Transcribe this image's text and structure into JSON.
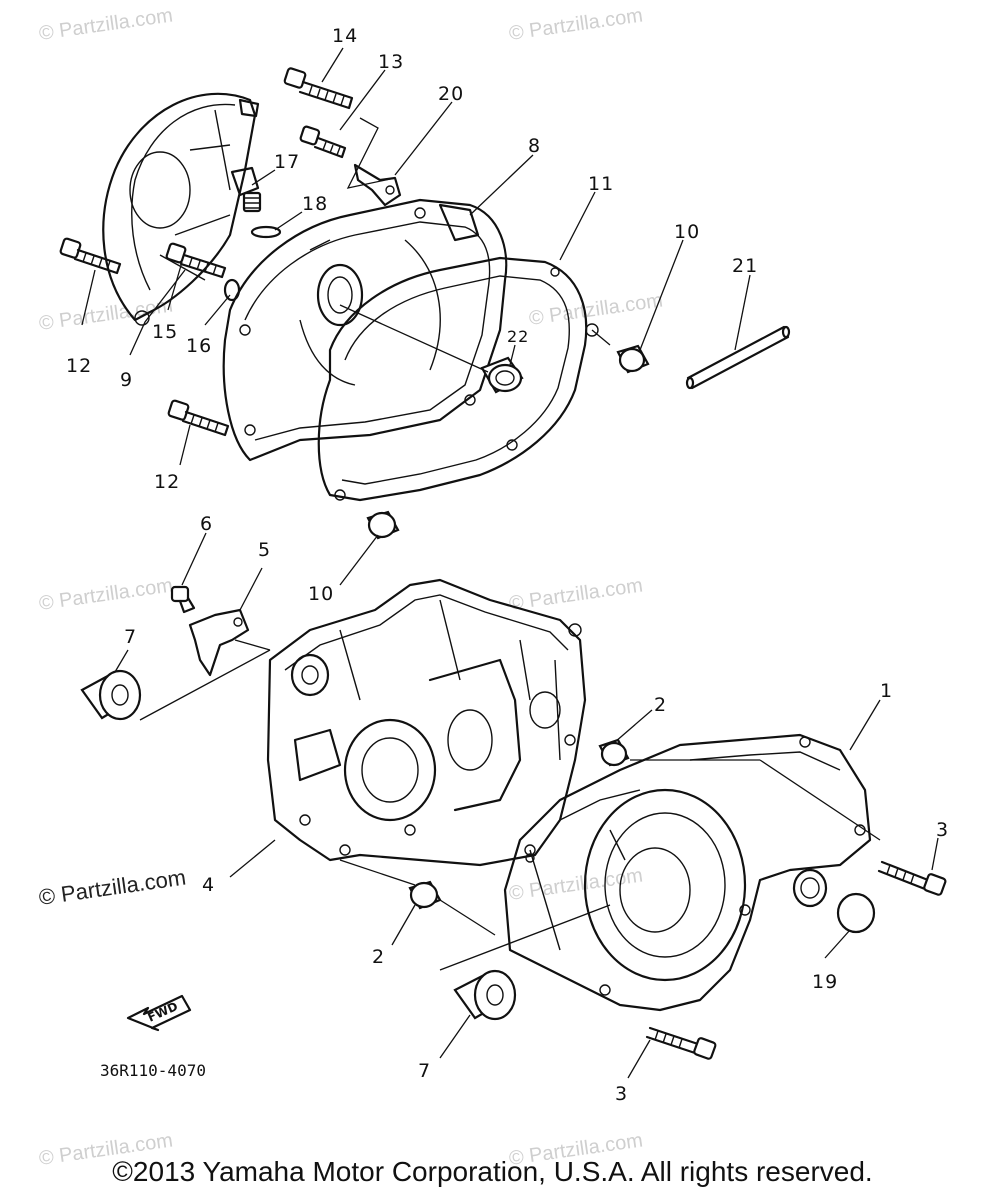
{
  "watermarks": [
    {
      "id": "wm-1",
      "text": "© Partzilla.com"
    },
    {
      "id": "wm-2",
      "text": "© Partzilla.com"
    },
    {
      "id": "wm-3",
      "text": "© Partzilla.com"
    },
    {
      "id": "wm-4",
      "text": "© Partzilla.com"
    },
    {
      "id": "wm-5",
      "text": "© Partzilla.com"
    },
    {
      "id": "wm-6",
      "text": "© Partzilla.com"
    },
    {
      "id": "wm-7",
      "text": "© Partzilla.com"
    },
    {
      "id": "wm-8",
      "text": "© Partzilla.com"
    },
    {
      "id": "wm-9",
      "text": "© Partzilla.com"
    }
  ],
  "watermark_strong": "© Partzilla.com",
  "part_labels": [
    {
      "id": "lbl-14",
      "text": "14"
    },
    {
      "id": "lbl-13",
      "text": "13"
    },
    {
      "id": "lbl-20",
      "text": "20"
    },
    {
      "id": "lbl-8",
      "text": "8"
    },
    {
      "id": "lbl-17",
      "text": "17"
    },
    {
      "id": "lbl-18",
      "text": "18"
    },
    {
      "id": "lbl-11",
      "text": "11"
    },
    {
      "id": "lbl-10a",
      "text": "10"
    },
    {
      "id": "lbl-21",
      "text": "21"
    },
    {
      "id": "lbl-12a",
      "text": "12"
    },
    {
      "id": "lbl-9",
      "text": "9"
    },
    {
      "id": "lbl-15",
      "text": "15"
    },
    {
      "id": "lbl-16",
      "text": "16"
    },
    {
      "id": "lbl-22",
      "text": "22"
    },
    {
      "id": "lbl-12b",
      "text": "12"
    },
    {
      "id": "lbl-6",
      "text": "6"
    },
    {
      "id": "lbl-5",
      "text": "5"
    },
    {
      "id": "lbl-10b",
      "text": "10"
    },
    {
      "id": "lbl-7a",
      "text": "7"
    },
    {
      "id": "lbl-2a",
      "text": "2"
    },
    {
      "id": "lbl-1",
      "text": "1"
    },
    {
      "id": "lbl-3a",
      "text": "3"
    },
    {
      "id": "lbl-4",
      "text": "4"
    },
    {
      "id": "lbl-2b",
      "text": "2"
    },
    {
      "id": "lbl-19",
      "text": "19"
    },
    {
      "id": "lbl-7b",
      "text": "7"
    },
    {
      "id": "lbl-3b",
      "text": "3"
    }
  ],
  "fwd_label": "FWD",
  "diagram_code": "36R110-4070",
  "copyright": "©2013 Yamaha Motor Corporation, U.S.A. All rights reserved."
}
